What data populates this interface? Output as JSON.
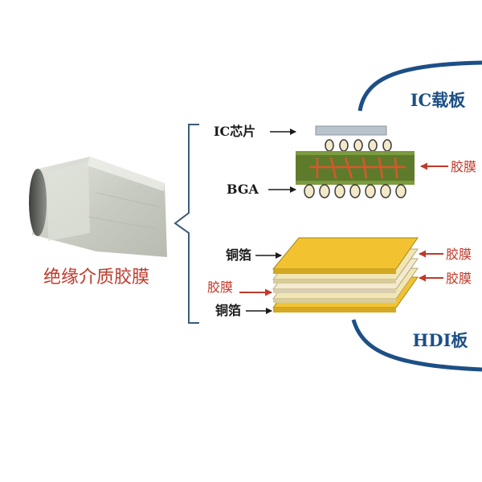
{
  "product_label": "绝缘介质胶膜",
  "ic_substrate": {
    "title": "IC载板",
    "label_chip": "IC芯片",
    "label_bga": "BGA",
    "label_film": "胶膜"
  },
  "hdi_board": {
    "title": "HDI板",
    "label_copper_top": "铜箔",
    "label_film_left": "胶膜",
    "label_copper_bottom": "铜箔",
    "label_film_right_1": "胶膜",
    "label_film_right_2": "胶膜"
  },
  "colors": {
    "arc_blue": "#1d4f86",
    "label_red": "#c0392b",
    "copper_gold": "#f2c230",
    "film_cream": "#f1e6b4",
    "substrate_green": "#5e7b2c",
    "film_roll": "#cfd2c8"
  }
}
